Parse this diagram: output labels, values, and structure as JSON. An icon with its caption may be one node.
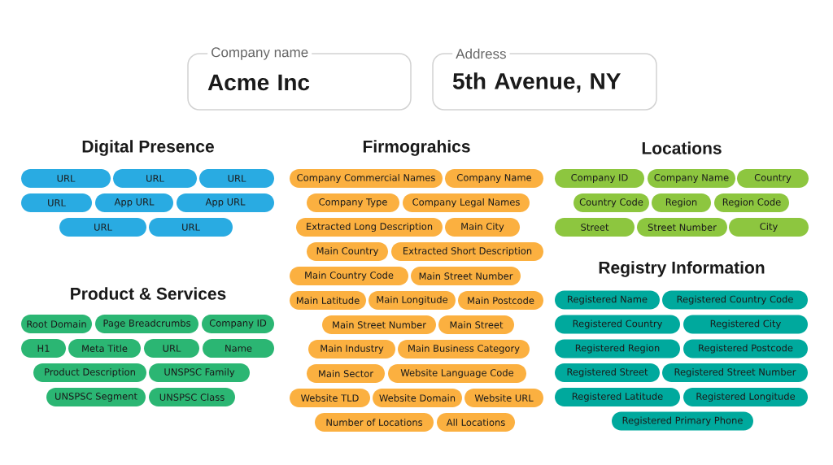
{
  "diagram": {
    "nodes": [
      {
        "text": [
          "Company name",
          "Acme Inc"
        ]
      },
      {
        "text": [
          "Address",
          "5th Avenue, NY"
        ]
      },
      {
        "text": [
          "URL"
        ]
      },
      {
        "text": [
          "URL"
        ]
      },
      {
        "text": [
          "URL"
        ]
      },
      {
        "text": [
          "URL"
        ]
      },
      {
        "text": [
          "App URL"
        ]
      },
      {
        "text": [
          "App URL"
        ]
      },
      {
        "text": [
          "URL"
        ]
      },
      {
        "text": [
          "URL"
        ]
      },
      {
        "text": [
          "Root Domain"
        ]
      },
      {
        "text": [
          "Page Breadcrumbs"
        ]
      },
      {
        "text": [
          "Company ID"
        ]
      },
      {
        "text": [
          "H1"
        ]
      },
      {
        "text": [
          "Meta Title"
        ]
      },
      {
        "text": [
          "URL"
        ]
      },
      {
        "text": [
          "Name"
        ]
      },
      {
        "text": [
          "Product Description"
        ]
      },
      {
        "text": [
          "UNSPSC Family"
        ]
      },
      {
        "text": [
          "UNSPSC Segment"
        ]
      },
      {
        "text": [
          "UNSPSC Class"
        ]
      },
      {
        "text": [
          "Company Commercial Names"
        ]
      },
      {
        "text": [
          "Company Name"
        ]
      },
      {
        "text": [
          "Company Type"
        ]
      },
      {
        "text": [
          "Company Legal Names"
        ]
      },
      {
        "text": [
          "Extracted Long Description"
        ]
      },
      {
        "text": [
          "Main City"
        ]
      },
      {
        "text": [
          "Main Country"
        ]
      },
      {
        "text": [
          "Extracted Short Description"
        ]
      },
      {
        "text": [
          "Main Country Code"
        ]
      },
      {
        "text": [
          "Main Street Number"
        ]
      },
      {
        "text": [
          "Main Latitude"
        ]
      },
      {
        "text": [
          "Main Longitude"
        ]
      },
      {
        "text": [
          "Main Postcode"
        ]
      },
      {
        "text": [
          "Main Street Number"
        ]
      },
      {
        "text": [
          "Main Street"
        ]
      },
      {
        "text": [
          "Main Industry"
        ]
      },
      {
        "text": [
          "Main Business Category"
        ]
      },
      {
        "text": [
          "Main Sector"
        ]
      },
      {
        "text": [
          "Website Language Code"
        ]
      },
      {
        "text": [
          "Website TLD"
        ]
      },
      {
        "text": [
          "Website Domain"
        ]
      },
      {
        "text": [
          "Website URL"
        ]
      },
      {
        "text": [
          "Number of Locations"
        ]
      },
      {
        "text": [
          "All Locations"
        ]
      },
      {
        "text": [
          "Company ID"
        ]
      },
      {
        "text": [
          "Company Name"
        ]
      },
      {
        "text": [
          "Country"
        ]
      },
      {
        "text": [
          "Country Code"
        ]
      },
      {
        "text": [
          "Region"
        ]
      },
      {
        "text": [
          "Region Code"
        ]
      },
      {
        "text": [
          "Street"
        ]
      },
      {
        "text": [
          "Street Number"
        ]
      },
      {
        "text": [
          "City"
        ]
      },
      {
        "text": [
          "Registered Name"
        ]
      },
      {
        "text": [
          "Registered Country Code"
        ]
      },
      {
        "text": [
          "Registered Country"
        ]
      },
      {
        "text": [
          "Registered City"
        ]
      },
      {
        "text": [
          "Registered Region"
        ]
      },
      {
        "text": [
          "Registered Postcode"
        ]
      },
      {
        "text": [
          "Registered Street"
        ]
      },
      {
        "text": [
          "Registered Street Number"
        ]
      },
      {
        "text": [
          "Registered Latitude"
        ]
      },
      {
        "text": [
          "Registered Longitude"
        ]
      },
      {
        "text": [
          "Registered Primary Phone"
        ]
      }
    ],
    "labels": [
      "Digital Presence",
      "Firmograhics",
      "Locations",
      "Registry Information",
      "Product & Services"
    ]
  }
}
